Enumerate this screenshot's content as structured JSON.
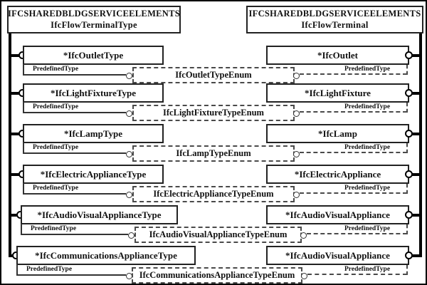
{
  "diagram": {
    "left_header": {
      "line1": "IFCSHAREDBLDGSERVICEELEMENTS",
      "line2": "IfcFlowTerminalType"
    },
    "right_header": {
      "line1": "IFCSHAREDBLDGSERVICEELEMENTS",
      "line2": "IfcFlowTerminal"
    },
    "attribute_label": "PredefinedType",
    "rows": [
      {
        "left": "*IfcOutletType",
        "enum": "IfcOutletTypeEnum",
        "right": "*IfcOutlet"
      },
      {
        "left": "*IfcLightFixtureType",
        "enum": "IfcLightFixtureTypeEnum",
        "right": "*IfcLightFixture"
      },
      {
        "left": "*IfcLampType",
        "enum": "IfcLampTypeEnum",
        "right": "*IfcLamp"
      },
      {
        "left": "*IfcElectricApplianceType",
        "enum": "IfcElectricApplianceTypeEnum",
        "right": "*IfcElectricAppliance"
      },
      {
        "left": "*IfcAudioVisualApplianceType",
        "enum": "IfcAudioVisualApplianceTypeEnum",
        "right": "*IfcAudioVisualAppliance"
      },
      {
        "left": "*IfcCommunicationsApplianceType",
        "enum": "IfcCommunicationsApplianceTypeEnum",
        "right": "*IfcAudioVisualAppliance"
      }
    ],
    "colors": {
      "line": "#000000",
      "dashed": "#4a4a4a",
      "background": "#ffffff"
    }
  }
}
